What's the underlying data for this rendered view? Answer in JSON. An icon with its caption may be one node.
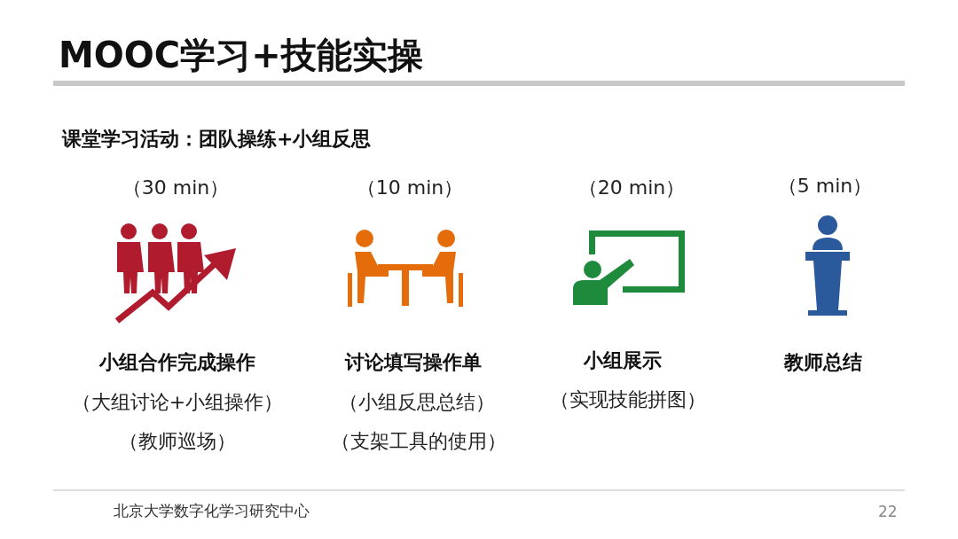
{
  "diagram": {
    "title": "MOOC学习+技能实操",
    "labels": [
      "课堂学习活动：团队操练+小组反思",
      "（30 min）",
      "（10 min）",
      "（20 min）",
      "（5 min）",
      "小组合作完成操作",
      "讨论填写操作单",
      "小组展示",
      "教师总结",
      "（大组讨论+小组操作）",
      "（小组反思总结）",
      "（实现技能拼图）",
      "（教师巡场）",
      "（支架工具的使用）",
      "北京大学数字化学习研究中心",
      "22"
    ]
  }
}
